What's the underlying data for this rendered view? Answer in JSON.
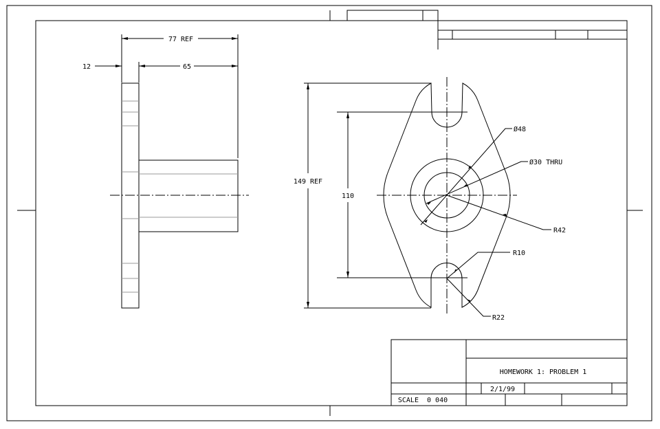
{
  "side_view": {
    "dim_overall": "77 REF",
    "dim_hub": "65",
    "dim_flange": "12"
  },
  "front_view": {
    "dim_height": "149 REF",
    "dim_slot_spacing": "110",
    "callout_outer_dia": "Ø48",
    "callout_bore": "Ø30 THRU",
    "callout_side_radius": "R42",
    "callout_slot_radius": "R10",
    "callout_lobe_radius": "R22"
  },
  "title_block": {
    "title": "HOMEWORK 1:  PROBLEM 1",
    "date": "2/1/99",
    "scale": "SCALE  0 040"
  }
}
